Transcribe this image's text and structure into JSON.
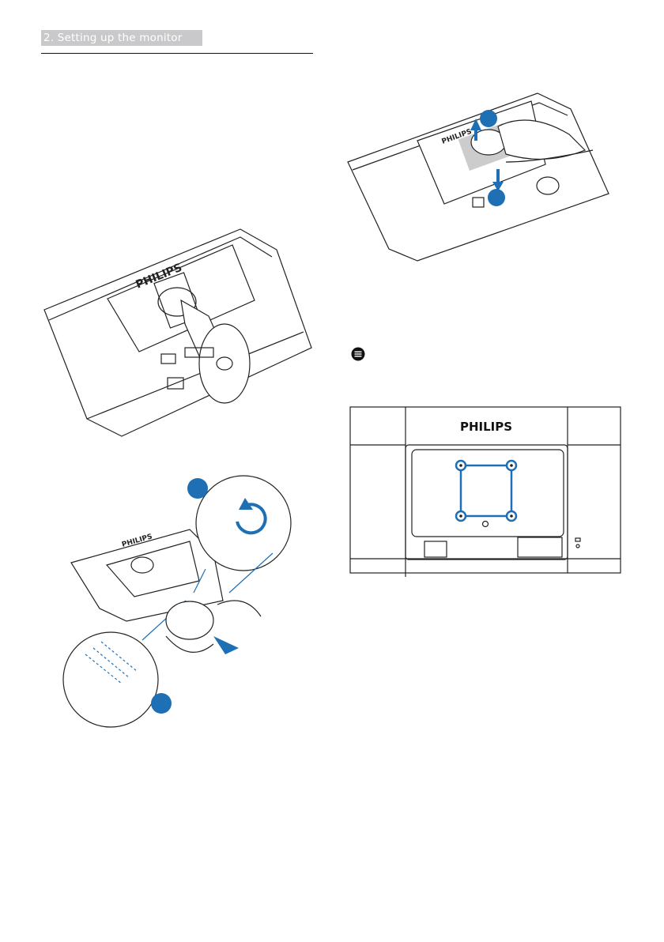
{
  "header": {
    "section_title": "2. Setting up the monitor"
  },
  "figures": {
    "monitor_back_with_stand": {
      "brand_text": "PHILIPS"
    },
    "stand_removal_steps": {
      "step_markers": [
        "",
        ""
      ]
    },
    "neck_removal": {
      "brand_text": "PHILIPS",
      "step_markers": [
        "",
        ""
      ]
    },
    "note": {
      "icon": "note-icon"
    },
    "vesa_mount_diagram": {
      "brand_text": "PHILIPS"
    }
  },
  "colors": {
    "accent_blue": "#1f6fb5",
    "header_gray": "#c9c9cb",
    "line": "#222222"
  }
}
